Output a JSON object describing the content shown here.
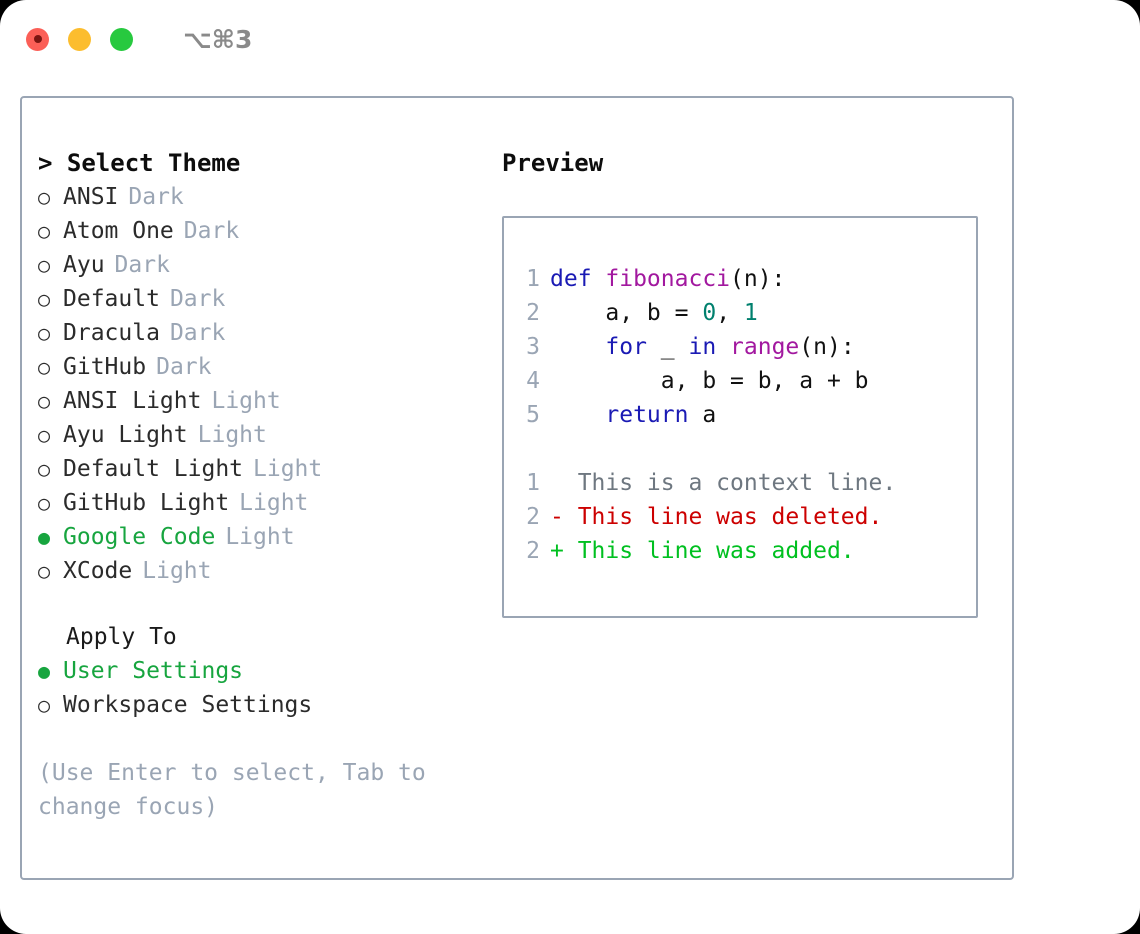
{
  "titlebar": {
    "shortcut": "⌥⌘3",
    "buttons": [
      {
        "name": "close",
        "color": "#fb5f57"
      },
      {
        "name": "minimize",
        "color": "#fcbd2e"
      },
      {
        "name": "maximize",
        "color": "#27c93f"
      }
    ]
  },
  "theme_picker": {
    "title": "> Select Theme",
    "options": [
      {
        "bullet": "○",
        "label": "ANSI",
        "variant": "Dark",
        "selected": false
      },
      {
        "bullet": "○",
        "label": "Atom One",
        "variant": "Dark",
        "selected": false
      },
      {
        "bullet": "○",
        "label": "Ayu",
        "variant": "Dark",
        "selected": false
      },
      {
        "bullet": "○",
        "label": "Default",
        "variant": "Dark",
        "selected": false
      },
      {
        "bullet": "○",
        "label": "Dracula",
        "variant": "Dark",
        "selected": false
      },
      {
        "bullet": "○",
        "label": "GitHub",
        "variant": "Dark",
        "selected": false
      },
      {
        "bullet": "○",
        "label": "ANSI Light",
        "variant": "Light",
        "selected": false
      },
      {
        "bullet": "○",
        "label": "Ayu Light",
        "variant": "Light",
        "selected": false
      },
      {
        "bullet": "○",
        "label": "Default Light",
        "variant": "Light",
        "selected": false
      },
      {
        "bullet": "○",
        "label": "GitHub Light",
        "variant": "Light",
        "selected": false
      },
      {
        "bullet": "●",
        "label": "Google Code",
        "variant": "Light",
        "selected": true
      },
      {
        "bullet": "○",
        "label": "XCode",
        "variant": "Light",
        "selected": false
      }
    ]
  },
  "apply_to": {
    "title": "Apply To",
    "options": [
      {
        "bullet": "●",
        "label": "User Settings",
        "selected": true
      },
      {
        "bullet": "○",
        "label": "Workspace Settings",
        "selected": false
      }
    ]
  },
  "hint": "(Use Enter to select, Tab to change focus)",
  "preview": {
    "title": "Preview",
    "code_lines": [
      {
        "lineno": "1",
        "tokens": [
          {
            "text": "def ",
            "type": "kw"
          },
          {
            "text": "fibonacci",
            "type": "fn"
          },
          {
            "text": "(n):",
            "type": "punct"
          }
        ]
      },
      {
        "lineno": "2",
        "tokens": [
          {
            "text": "    a, b = ",
            "type": "plain"
          },
          {
            "text": "0",
            "type": "num"
          },
          {
            "text": ", ",
            "type": "plain"
          },
          {
            "text": "1",
            "type": "num"
          }
        ]
      },
      {
        "lineno": "3",
        "tokens": [
          {
            "text": "    ",
            "type": "plain"
          },
          {
            "text": "for",
            "type": "kw"
          },
          {
            "text": " _ ",
            "type": "plain"
          },
          {
            "text": "in",
            "type": "kw"
          },
          {
            "text": " ",
            "type": "plain"
          },
          {
            "text": "range",
            "type": "fn"
          },
          {
            "text": "(n):",
            "type": "punct"
          }
        ]
      },
      {
        "lineno": "4",
        "tokens": [
          {
            "text": "        a, b = b, a + b",
            "type": "plain"
          }
        ]
      },
      {
        "lineno": "5",
        "tokens": [
          {
            "text": "    ",
            "type": "plain"
          },
          {
            "text": "return",
            "type": "kw"
          },
          {
            "text": " a",
            "type": "plain"
          }
        ]
      }
    ],
    "diff_lines": [
      {
        "lineno": "1",
        "marker": " ",
        "text": "  This is a context line.",
        "type": "context"
      },
      {
        "lineno": "2",
        "marker": "-",
        "text": "- This line was deleted.",
        "type": "del"
      },
      {
        "lineno": "2",
        "marker": "+",
        "text": "+ This line was added.",
        "type": "add"
      }
    ]
  },
  "colors": {
    "accent_green": "#17a53f",
    "muted": "#9aa5b4",
    "border": "#9aa5b4",
    "keyword": "#1a1ab4",
    "function": "#a2189f",
    "number": "#00806e",
    "diff_delete": "#cc0000",
    "diff_add": "#00c020",
    "diff_context": "#6e7780"
  }
}
